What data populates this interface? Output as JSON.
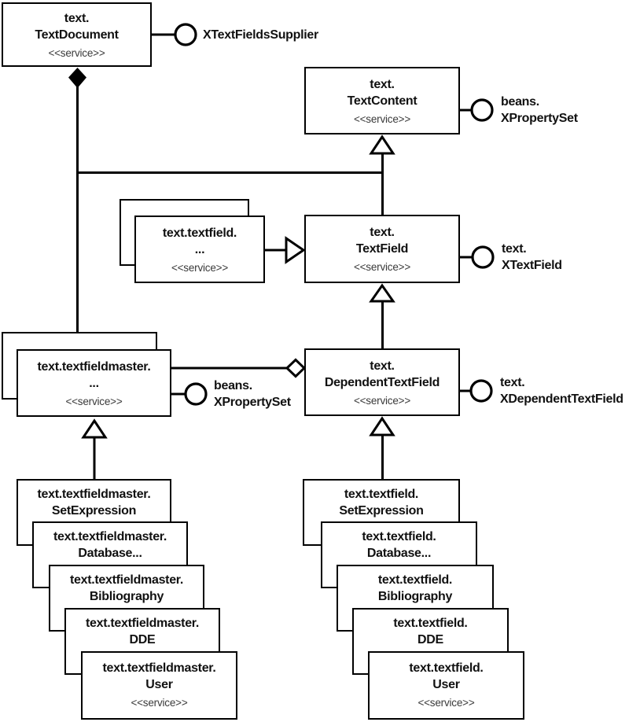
{
  "nodes": {
    "text_document": {
      "name_line1": "text.",
      "name_line2": "TextDocument",
      "stereotype": "<<service>>"
    },
    "text_content": {
      "name_line1": "text.",
      "name_line2": "TextContent",
      "stereotype": "<<service>>"
    },
    "textfield_generic": {
      "name_line1": "text.textfield.",
      "name_line2": "...",
      "stereotype": "<<service>>"
    },
    "text_field": {
      "name_line1": "text.",
      "name_line2": "TextField",
      "stereotype": "<<service>>"
    },
    "textfieldmaster_generic": {
      "name_line1": "text.textfieldmaster.",
      "name_line2": "...",
      "stereotype": "<<service>>"
    },
    "dependent_text_field": {
      "name_line1": "text.",
      "name_line2": "DependentTextField",
      "stereotype": "<<service>>"
    }
  },
  "interfaces": {
    "x_text_fields_supplier": {
      "line1": "XTextFieldsSupplier",
      "line2": ""
    },
    "beans_x_property_set_top": {
      "line1": "beans.",
      "line2": "XPropertySet"
    },
    "text_x_text_field": {
      "line1": "text.",
      "line2": "XTextField"
    },
    "beans_x_property_set_master": {
      "line1": "beans.",
      "line2": "XPropertySet"
    },
    "text_x_dependent_text_field": {
      "line1": "text.",
      "line2": "XDependentTextField"
    }
  },
  "stacks": {
    "master_children": [
      {
        "line1": "text.textfieldmaster.",
        "line2": "SetExpression"
      },
      {
        "line1": "text.textfieldmaster.",
        "line2": "Database..."
      },
      {
        "line1": "text.textfieldmaster.",
        "line2": "Bibliography"
      },
      {
        "line1": "text.textfieldmaster.",
        "line2": "DDE"
      },
      {
        "line1": "text.textfieldmaster.",
        "line2": "User",
        "stereotype": "<<service>>"
      }
    ],
    "field_children": [
      {
        "line1": "text.textfield.",
        "line2": "SetExpression"
      },
      {
        "line1": "text.textfield.",
        "line2": "Database..."
      },
      {
        "line1": "text.textfield.",
        "line2": "Bibliography"
      },
      {
        "line1": "text.textfield.",
        "line2": "DDE"
      },
      {
        "line1": "text.textfield.",
        "line2": "User",
        "stereotype": "<<service>>"
      }
    ]
  },
  "colors": {
    "line": "#000000",
    "background": "#ffffff",
    "text": "#111111",
    "stereotype_text": "#3a3a3a"
  }
}
